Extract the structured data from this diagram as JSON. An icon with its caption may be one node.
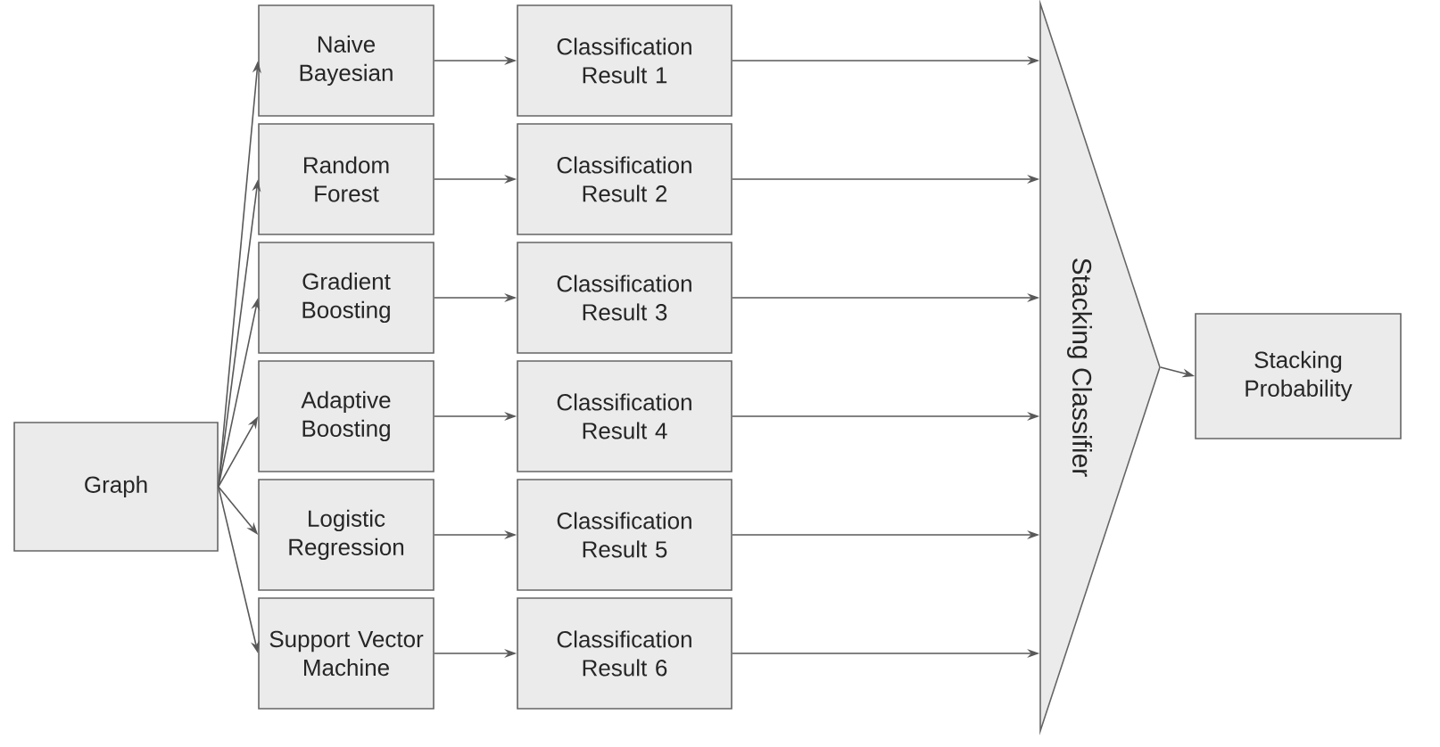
{
  "diagram": {
    "nodes": [
      {
        "text": [
          "Graph"
        ]
      },
      {
        "text": [
          "Naive Bayesian"
        ]
      },
      {
        "text": [
          "Random Forest"
        ]
      },
      {
        "text": [
          "Gradient Boosting"
        ]
      },
      {
        "text": [
          "Adaptive Boosting"
        ]
      },
      {
        "text": [
          "Logistic Regression"
        ]
      },
      {
        "text": [
          "Support Vector Machine"
        ]
      },
      {
        "text": [
          "Classification Result 1"
        ]
      },
      {
        "text": [
          "Classification Result 2"
        ]
      },
      {
        "text": [
          "Classification Result 3"
        ]
      },
      {
        "text": [
          "Classification Result 4"
        ]
      },
      {
        "text": [
          "Classification Result 5"
        ]
      },
      {
        "text": [
          "Classification Result 6"
        ]
      },
      {
        "text": [
          "Stacking Classifier"
        ]
      },
      {
        "text": [
          "Stacking Probability"
        ]
      }
    ],
    "edges": [
      {
        "from": 0,
        "to": 1,
        "arrow": "to"
      },
      {
        "from": 0,
        "to": 2,
        "arrow": "to"
      },
      {
        "from": 0,
        "to": 3,
        "arrow": "to"
      },
      {
        "from": 0,
        "to": 4,
        "arrow": "to"
      },
      {
        "from": 0,
        "to": 5,
        "arrow": "to"
      },
      {
        "from": 0,
        "to": 6,
        "arrow": "to"
      },
      {
        "from": 1,
        "to": 7,
        "arrow": "to"
      },
      {
        "from": 2,
        "to": 8,
        "arrow": "to"
      },
      {
        "from": 3,
        "to": 9,
        "arrow": "to"
      },
      {
        "from": 4,
        "to": 10,
        "arrow": "to"
      },
      {
        "from": 5,
        "to": 11,
        "arrow": "to"
      },
      {
        "from": 6,
        "to": 12,
        "arrow": "to"
      },
      {
        "from": 7,
        "to": 13,
        "arrow": "to"
      },
      {
        "from": 8,
        "to": 13,
        "arrow": "to"
      },
      {
        "from": 9,
        "to": 13,
        "arrow": "to"
      },
      {
        "from": 10,
        "to": 13,
        "arrow": "to"
      },
      {
        "from": 11,
        "to": 13,
        "arrow": "to"
      },
      {
        "from": 12,
        "to": 13,
        "arrow": "to"
      },
      {
        "from": 13,
        "to": 14,
        "arrow": "to"
      }
    ]
  }
}
